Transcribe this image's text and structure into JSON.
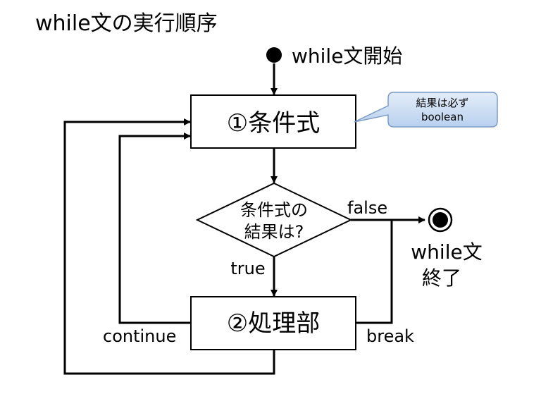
{
  "title": "while文の実行順序",
  "start_label": "while文開始",
  "condition_box": "①条件式",
  "callout": {
    "line1": "結果は必ず",
    "line2": "boolean"
  },
  "decision": {
    "line1": "条件式の",
    "line2": "結果は?"
  },
  "false_label": "false",
  "true_label": "true",
  "end_label": {
    "line1": "while文",
    "line2": "終了"
  },
  "process_box": "②処理部",
  "continue_label": "continue",
  "break_label": "break",
  "colors": {
    "line": "#000000",
    "callout_fill_top": "#e3edf9",
    "callout_fill_bottom": "#b9d0ee",
    "callout_stroke": "#7a9cc6"
  }
}
